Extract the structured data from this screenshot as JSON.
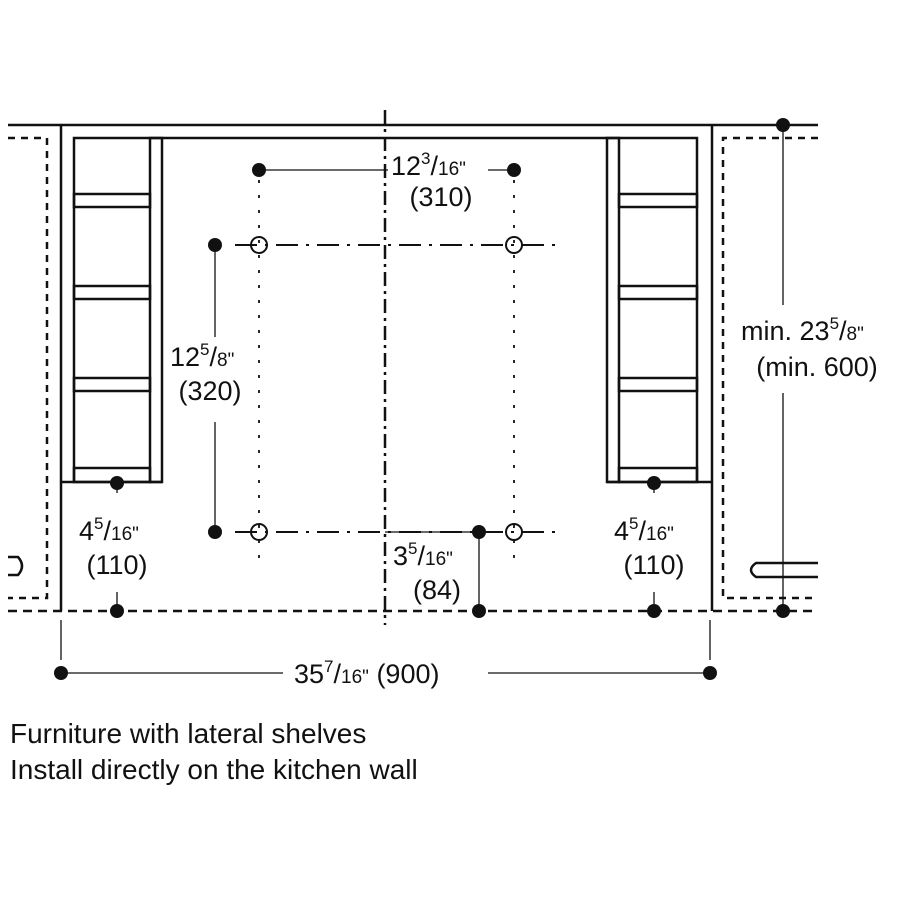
{
  "colors": {
    "line": "#111111",
    "background": "#ffffff"
  },
  "dimensions": {
    "top_width": {
      "whole": "12",
      "num": "3",
      "den": "16\"",
      "metric": "(310)"
    },
    "height": {
      "whole": "12",
      "num": "5",
      "den": "8\"",
      "metric": "(320)"
    },
    "left_offset": {
      "whole": "4",
      "num": "5",
      "den": "16\"",
      "metric": "(110)"
    },
    "right_offset": {
      "whole": "4",
      "num": "5",
      "den": "16\"",
      "metric": "(110)"
    },
    "center_offset": {
      "whole": "3",
      "num": "5",
      "den": "16\"",
      "metric": "(84)"
    },
    "total_width": {
      "whole": "35",
      "num": "7",
      "den": "16\"",
      "metric": "(900)"
    },
    "min_height": {
      "prefix": "min. ",
      "whole": "23",
      "num": "5",
      "den": "8\"",
      "metric": "(min. 600)"
    }
  },
  "captions": [
    "Furniture with lateral shelves",
    "Install directly on the kitchen wall"
  ]
}
